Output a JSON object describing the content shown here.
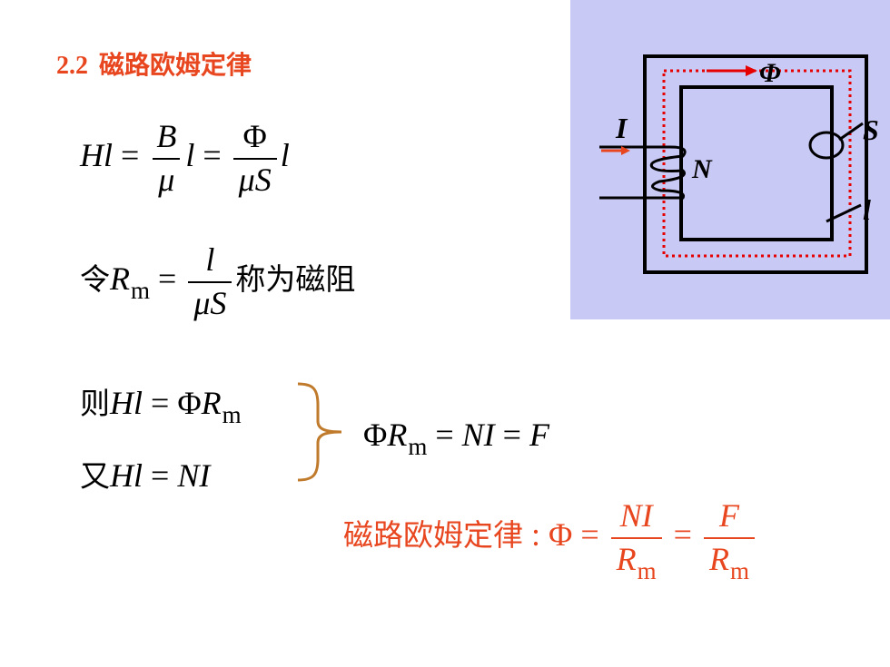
{
  "title": {
    "number": "2.2",
    "text": "磁路欧姆定律"
  },
  "eq1": {
    "lhs": "Hl",
    "eq": "=",
    "b": "B",
    "mu": "μ",
    "l": "l",
    "phi": "Φ",
    "muS": "μS"
  },
  "eq2": {
    "ling": "令",
    "R": "R",
    "m": "m",
    "eq": "=",
    "l": "l",
    "muS": "μS",
    "text": "称为磁阻"
  },
  "eq3": {
    "ze": "则",
    "hl": "Hl",
    "eq": "=",
    "phi": "Φ",
    "R": "R",
    "m": "m"
  },
  "eq4": {
    "you": "又",
    "hl": "Hl",
    "eq": "=",
    "ni": "NI"
  },
  "result": {
    "phi": "Φ",
    "R": "R",
    "m": "m",
    "eq": "=",
    "ni": "NI",
    "f": "F"
  },
  "law": {
    "label": "磁路欧姆定律",
    "colon": ":",
    "phi": "Φ",
    "eq": "=",
    "ni": "NI",
    "R": "R",
    "m": "m",
    "f": "F"
  },
  "diagram": {
    "phi": "Φ",
    "i": "I",
    "n": "N",
    "s": "S",
    "l": "l"
  },
  "colors": {
    "accent": "#e8461f",
    "brace": "#c07a2c",
    "panel": "#c9c9f5",
    "flux": "#e60000"
  }
}
